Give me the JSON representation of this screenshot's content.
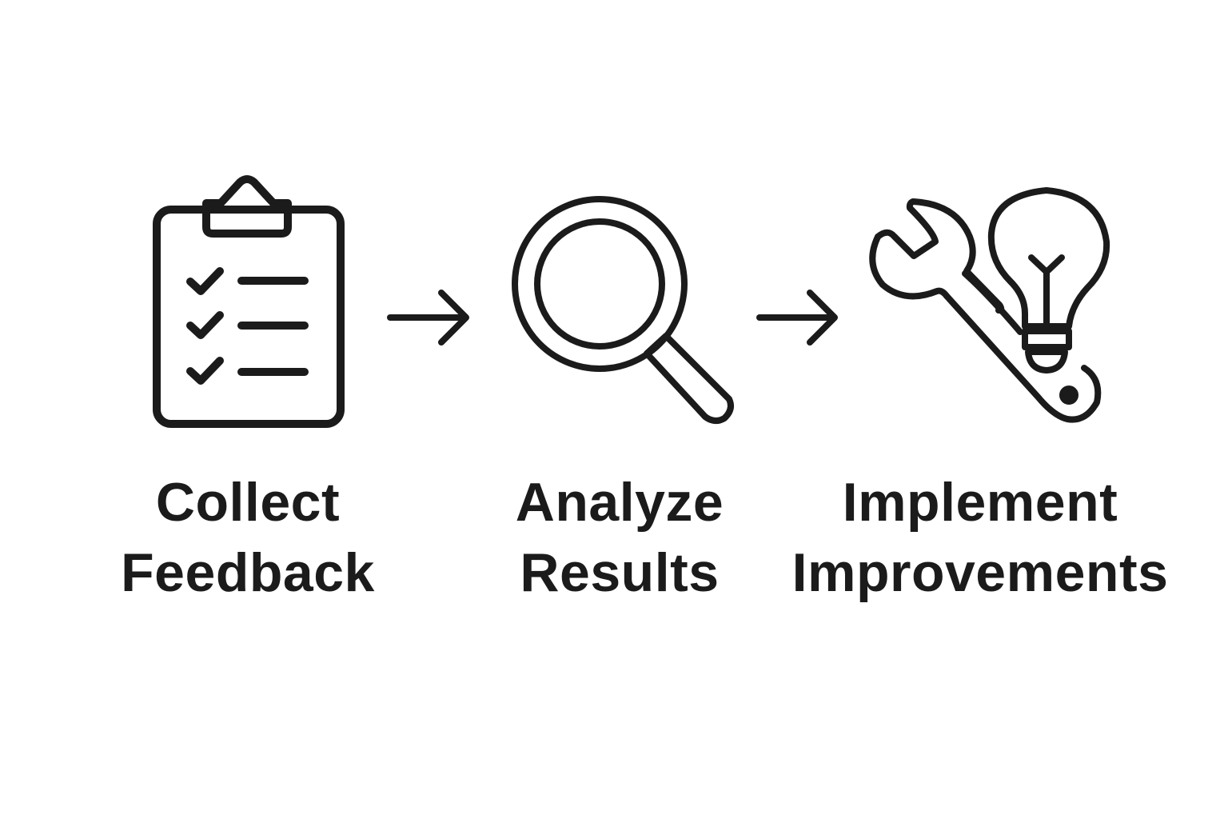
{
  "steps": [
    {
      "line1": "Collect",
      "line2": "Feedback",
      "icon": "clipboard-checklist-icon"
    },
    {
      "line1": "Analyze",
      "line2": "Results",
      "icon": "magnifying-glass-icon"
    },
    {
      "line1": "Implement",
      "line2": "Improvements",
      "icon": "wrench-lightbulb-icon"
    }
  ],
  "connector_icon": "arrow-right-icon",
  "colors": {
    "stroke": "#1b1b1b",
    "background": "#ffffff"
  }
}
